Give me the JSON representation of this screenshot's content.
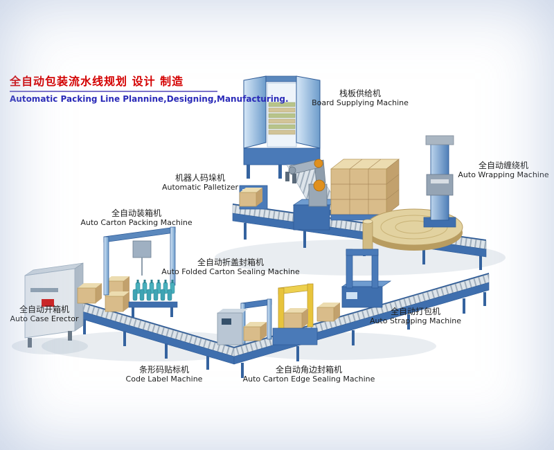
{
  "header": {
    "title_cn": "全自动包装流水线规划 设计 制造",
    "subtitle_en": "Automatic Packing Line Plannine,Designing,Manufacturing.",
    "title_color": "#d40000",
    "subtitle_color": "#2a2ab8"
  },
  "machine_labels": [
    {
      "id": "board-supplying-machine",
      "cn": "栈板供给机",
      "en": "Board Supplying Machine"
    },
    {
      "id": "auto-wrapping-machine",
      "cn": "全自动缠绕机",
      "en": "Auto Wrapping Machine"
    },
    {
      "id": "automatic-palletizer",
      "cn": "机器人码垛机",
      "en": "Automatic Palletizer"
    },
    {
      "id": "auto-carton-packing-machine",
      "cn": "全自动装箱机",
      "en": "Auto Carton Packing Machine"
    },
    {
      "id": "auto-folded-carton-sealing-machine",
      "cn": "全自动折盖封箱机",
      "en": "Auto Folded Carton Sealing Machine"
    },
    {
      "id": "auto-case-erector",
      "cn": "全自动开箱机",
      "en": "Auto Case Erector"
    },
    {
      "id": "auto-strapping-machine",
      "cn": "全自动打包机",
      "en": "Auto Strapping Machine"
    },
    {
      "id": "code-label-machine",
      "cn": "条形码贴标机",
      "en": "Code Label Machine"
    },
    {
      "id": "auto-carton-edge-sealing-machine",
      "cn": "全自动角边封箱机",
      "en": "Auto Carton Edge Sealing Machine"
    }
  ],
  "colors": {
    "machine_blue": "#3f6fae",
    "panel_blue_light": "#cfe3f6",
    "carton_tan": "#d9bc8a",
    "carton_top": "#ecdcb0",
    "carton_side": "#c2a16d",
    "yellow_frame": "#e8c43c",
    "robot_accent_orange": "#e0901e",
    "turntable_gold": "#e2d2a0"
  }
}
